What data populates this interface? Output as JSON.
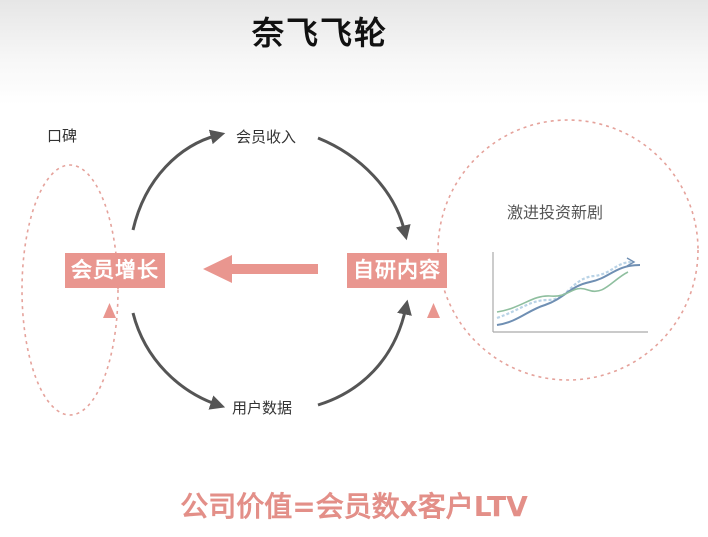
{
  "title": "奈飞飞轮",
  "labels": {
    "word_of_mouth": "口碑",
    "member_revenue": "会员收入",
    "user_data": "用户数据",
    "aggressive_investment": "激进投资新剧"
  },
  "nodes": {
    "member_growth": "会员增长",
    "self_produced_content": "自研内容"
  },
  "formula": "公司价值=会员数x客户LTV",
  "colors": {
    "accent": "#e9968f",
    "arrow_dark": "#555555",
    "dotted": "#e5a29b",
    "line_blue": "#6f8fb3"
  }
}
